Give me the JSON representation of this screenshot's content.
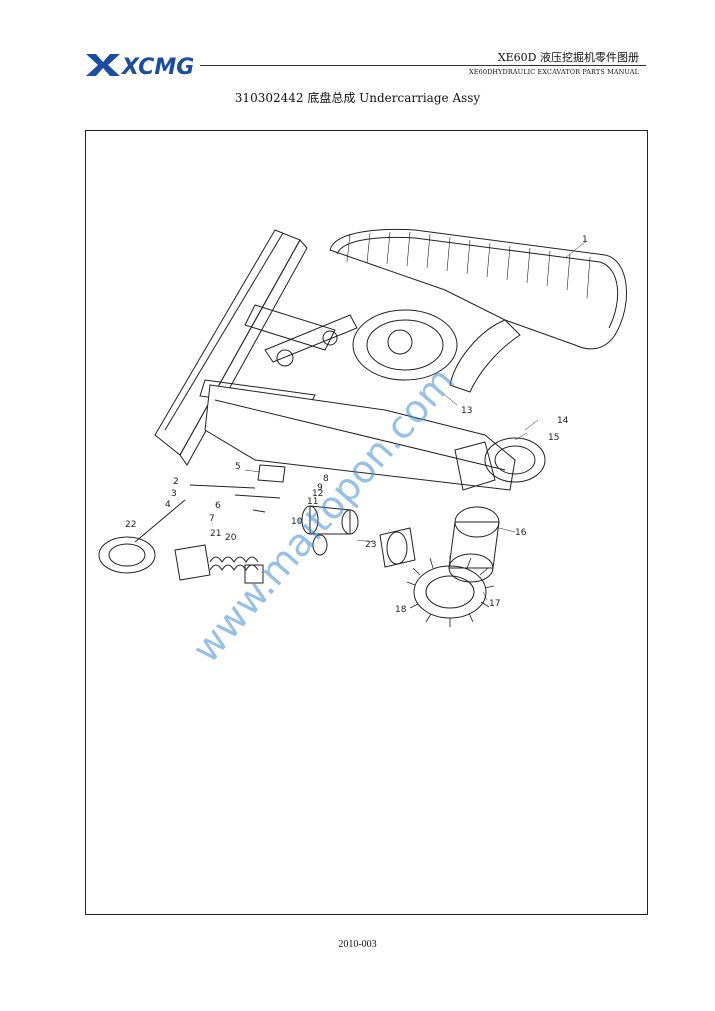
{
  "header": {
    "brand": "XCMG",
    "model_cn": "XE60D  液压挖掘机零件图册",
    "model_en": "XE60DHYDRAULIC EXCAVATOR PARTS MANUAL"
  },
  "title": "310302442 底盘总成  Undercarriage Assy",
  "watermark": "www.maitopon.com",
  "callouts": [
    "1",
    "2",
    "3",
    "4",
    "5",
    "6",
    "7",
    "8",
    "9",
    "10",
    "11",
    "12",
    "13",
    "14",
    "15",
    "16",
    "17",
    "18",
    "20",
    "21",
    "22",
    "23"
  ],
  "footer": "2010-003",
  "colors": {
    "brand_blue": "#1b4ea3",
    "watermark_blue": "#3f8ed6"
  }
}
